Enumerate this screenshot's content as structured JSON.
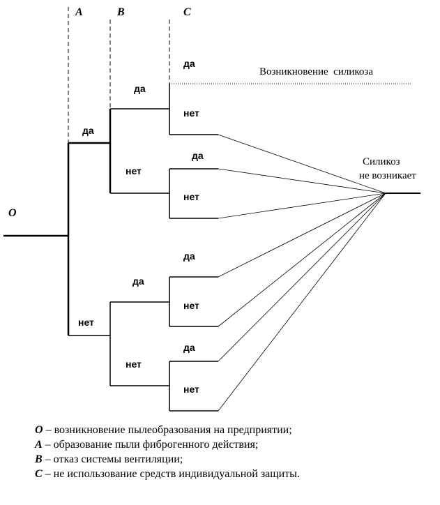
{
  "headers": {
    "o": "O",
    "a": "A",
    "b": "B",
    "c": "C"
  },
  "branches": {
    "yes": "да",
    "no": "нет"
  },
  "outcomes": {
    "silicosis": "Возникновение  силикоза",
    "no_silicosis_line1": "Силикоз",
    "no_silicosis_line2": "не возникает"
  },
  "legend": [
    {
      "symbol": "O",
      "text": " – возникновение пылеобразования на предприятии;"
    },
    {
      "symbol": "A",
      "text": " – образование пыли фиброгенного действия;"
    },
    {
      "symbol": "B",
      "text": " – отказ системы вентиляции;"
    },
    {
      "symbol": "C",
      "text": " – не использование средств индивидуальной защиты."
    }
  ]
}
